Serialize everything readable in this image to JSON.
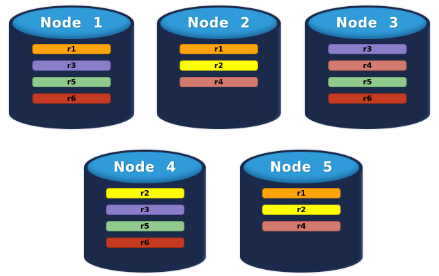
{
  "colors": {
    "background": "#FFFFFF",
    "cylinder_body": "#1B2A4B",
    "cylinder_top_face": "#2F9CD9",
    "node_label_text": "#FFFFFF",
    "replica_label_text": "#000000"
  },
  "replica_colors": {
    "r1": {
      "bg": "#FFA30B",
      "border": "#D18500"
    },
    "r2": {
      "bg": "#FFFF00",
      "border": "#CFC400"
    },
    "r3": {
      "bg": "#8B7EC8",
      "border": "#6E60AF"
    },
    "r4": {
      "bg": "#D27A6D",
      "border": "#B45B4C"
    },
    "r5": {
      "bg": "#8FC98B",
      "border": "#6CA96B"
    },
    "r6": {
      "bg": "#C43B22",
      "border": "#9A2D15"
    }
  },
  "nodes": [
    {
      "label": "Node 1",
      "replicas": [
        "r1",
        "r3",
        "r5",
        "r6"
      ]
    },
    {
      "label": "Node 2",
      "replicas": [
        "r1",
        "r2",
        "r4"
      ]
    },
    {
      "label": "Node 3",
      "replicas": [
        "r3",
        "r4",
        "r5",
        "r6"
      ]
    },
    {
      "label": "Node 4",
      "replicas": [
        "r2",
        "r3",
        "r5",
        "r6"
      ]
    },
    {
      "label": "Node 5",
      "replicas": [
        "r1",
        "r2",
        "r4"
      ]
    }
  ]
}
